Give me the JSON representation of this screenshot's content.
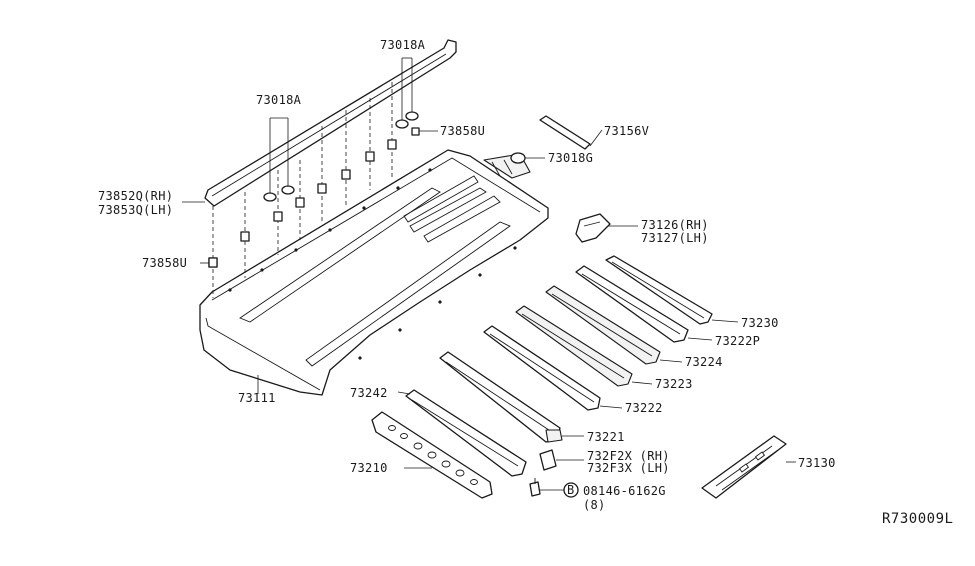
{
  "callouts": {
    "c73018a_top": "73018A",
    "c73018a_mid": "73018A",
    "c73858u_top": "73858U",
    "c73156v": "73156V",
    "c73018g": "73018G",
    "c73852q": "73852Q(RH)",
    "c73853q": "73853Q(LH)",
    "c73126": "73126(RH)",
    "c73127": "73127(LH)",
    "c73858u_left": "73858U",
    "c73230": "73230",
    "c73222p": "73222P",
    "c73224": "73224",
    "c73223": "73223",
    "c73222": "73222",
    "c73242": "73242",
    "c73111": "73111",
    "c73221": "73221",
    "c732f2x": "732F2X (RH)",
    "c732f3x": "732F3X (LH)",
    "c73210": "73210",
    "c73130": "73130",
    "c_bolt": "08146-6162G",
    "c_bolt_qty": "(8)",
    "bolt_symbol": "B"
  },
  "diagram_ref": "R730009L"
}
